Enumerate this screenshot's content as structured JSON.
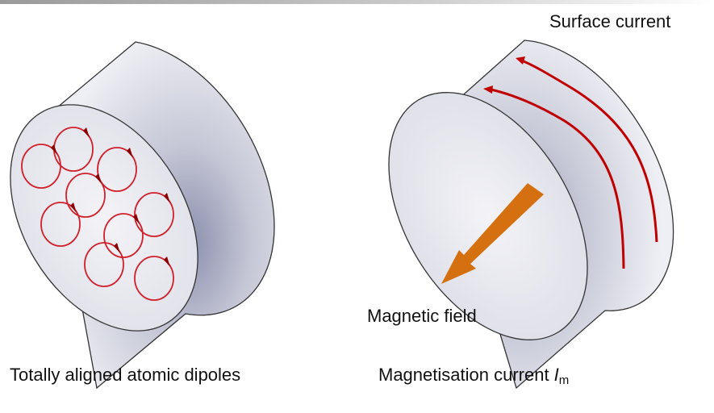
{
  "labels": {
    "surface_current": "Surface current",
    "magnetic_field": "Magnetic field",
    "aligned_dipoles": "Totally aligned atomic dipoles",
    "magnetisation_current": "Magnetisation current ",
    "magnetisation_symbol": "I",
    "magnetisation_subscript": "m"
  },
  "colors": {
    "current_loop": "#d01f2a",
    "surface_current": "#c00000",
    "arrow": "#d4700f",
    "outline": "#333333",
    "body_light": "#e6e7ee",
    "body_dark": "#8a8eab"
  },
  "dipole_loop_count": 9,
  "surface_current_line_count": 2
}
